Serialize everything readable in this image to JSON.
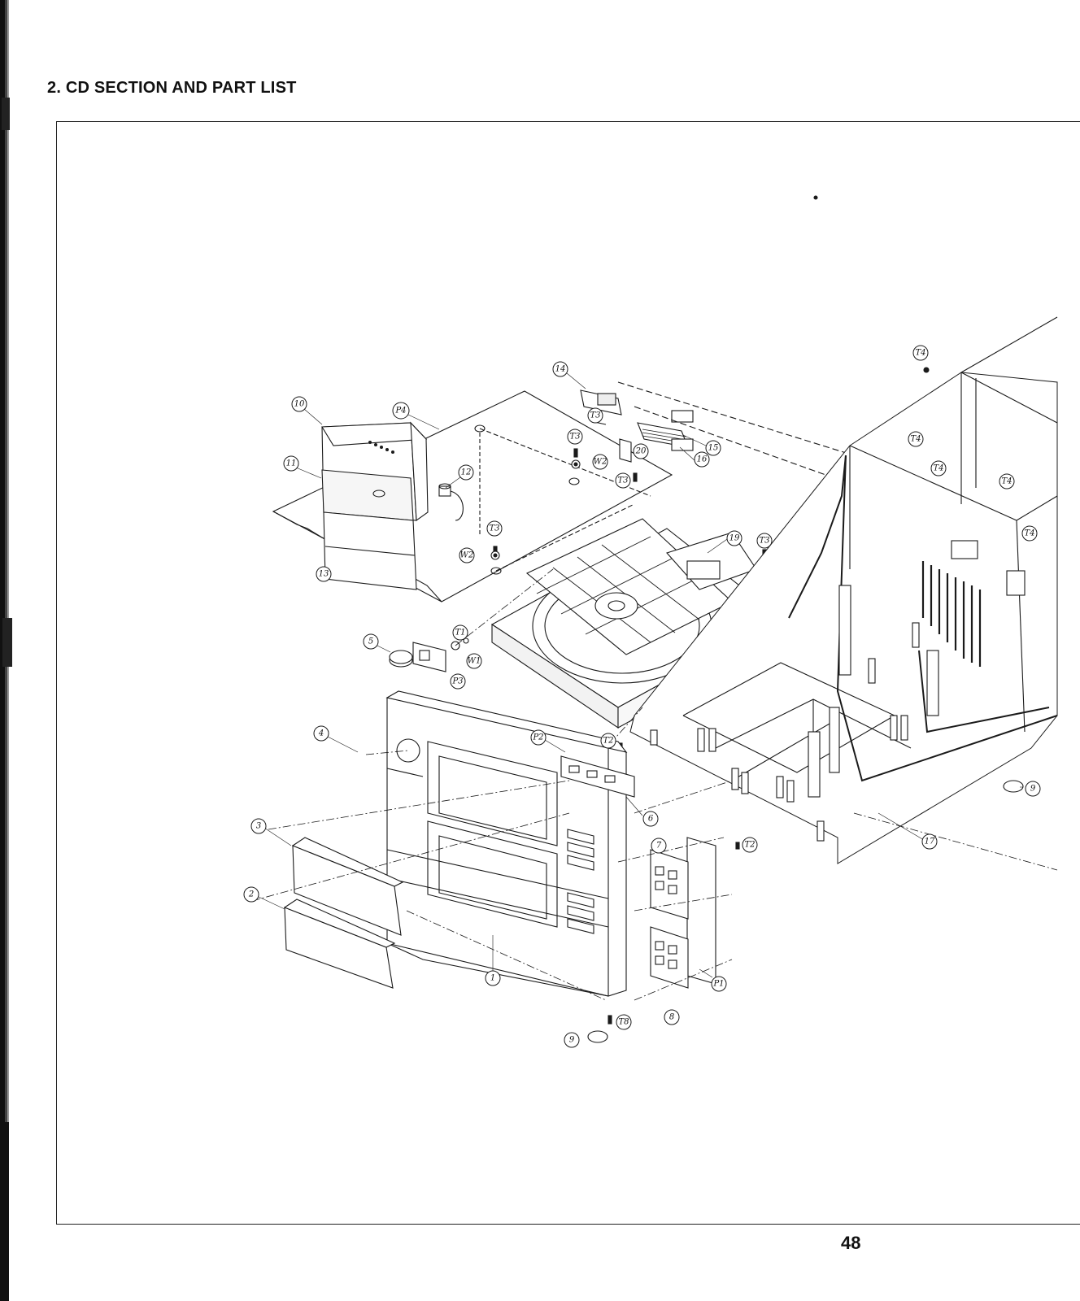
{
  "page": {
    "title": "2. CD SECTION AND PART LIST",
    "page_number": "48"
  },
  "callouts": [
    "10",
    "11",
    "12",
    "13",
    "P4",
    "14",
    "15",
    "16",
    "20",
    "T3",
    "W2",
    "19",
    "T4",
    "T1",
    "W1",
    "P3",
    "5",
    "4",
    "P2",
    "T2",
    "6",
    "3",
    "2",
    "1",
    "9",
    "T8",
    "7",
    "8",
    "P1",
    "17"
  ],
  "colors": {
    "ink": "#1a1a1a",
    "paper": "#ffffff"
  }
}
